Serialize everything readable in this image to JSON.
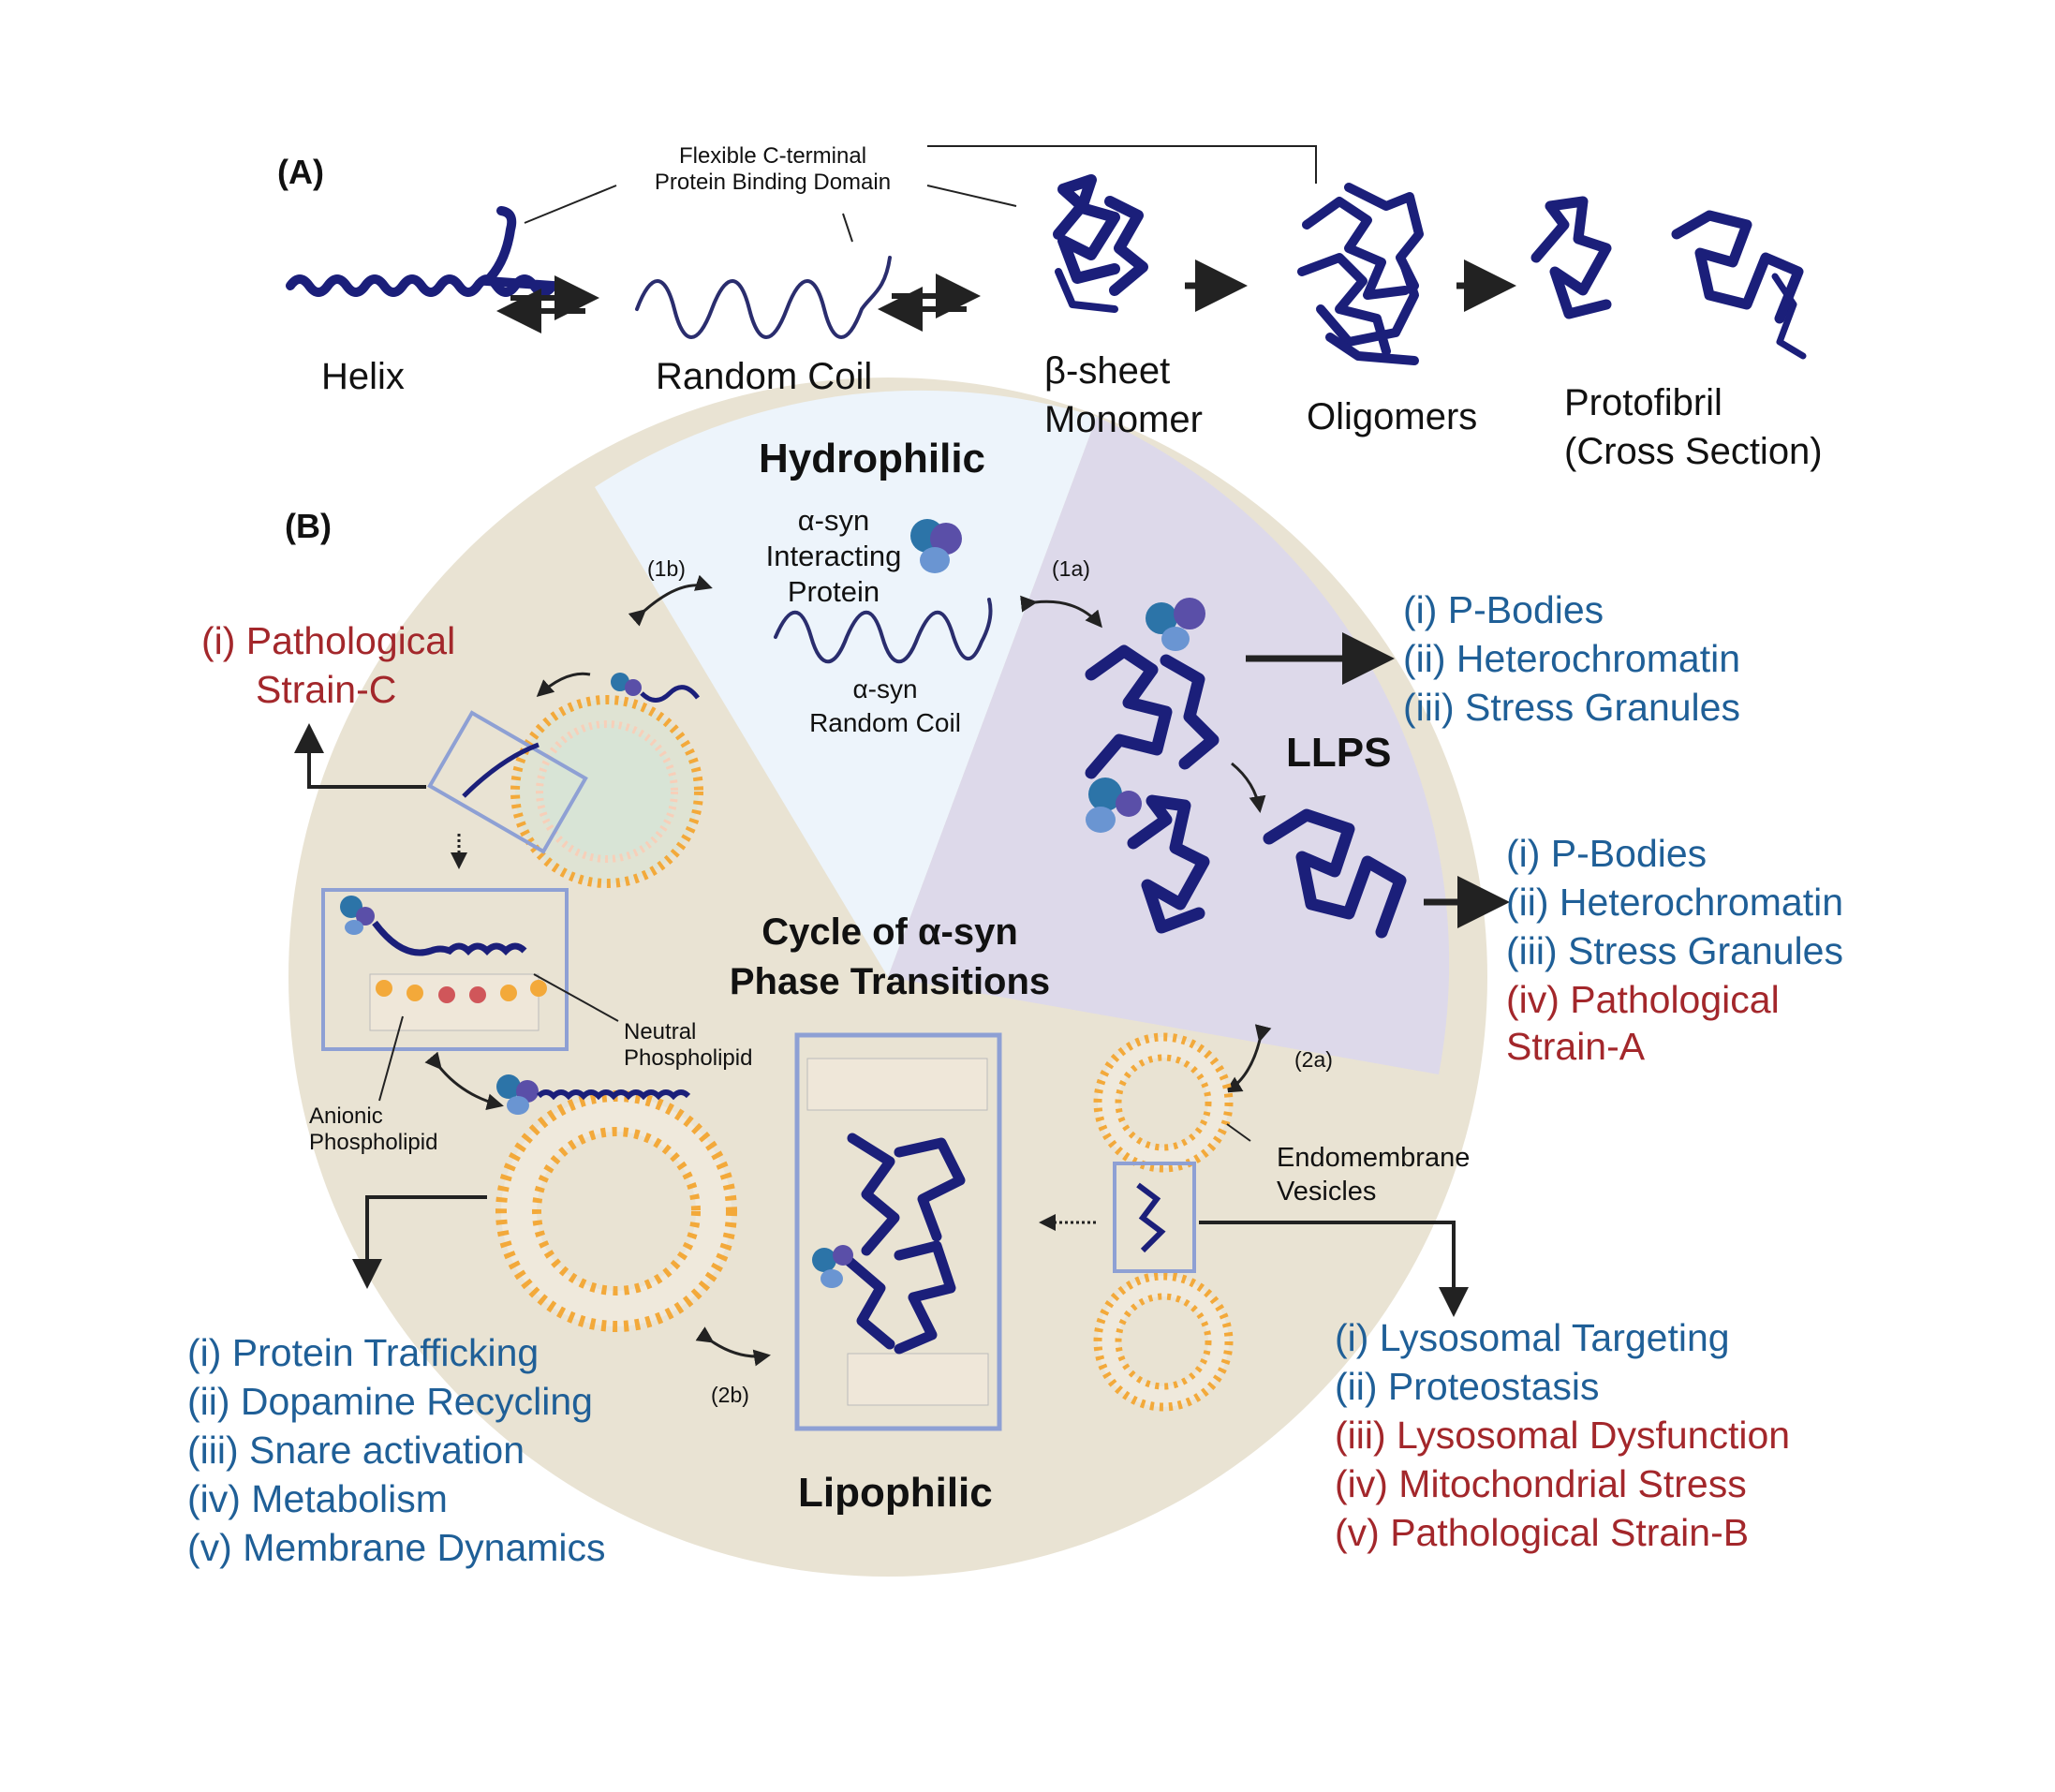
{
  "panelA": {
    "label": "(A)",
    "cterm_line1": "Flexible C-terminal",
    "cterm_line2": "Protein Binding Domain",
    "helix": "Helix",
    "random_coil": "Random Coil",
    "beta_line1": "β-sheet",
    "beta_line2": "Monomer",
    "oligomers": "Oligomers",
    "protofibril_line1": "Protofibril",
    "protofibril_line2": "(Cross Section)"
  },
  "panelB": {
    "label": "(B)",
    "hydrophilic": "Hydrophilic",
    "llps": "LLPS",
    "lipophilic": "Lipophilic",
    "cycle_line1": "Cycle of α-syn",
    "cycle_line2": "Phase Transitions",
    "interacting_line1": "α-syn",
    "interacting_line2": "Interacting",
    "interacting_line3": "Protein",
    "coil_line1": "α-syn",
    "coil_line2": "Random Coil",
    "step_1a": "(1a)",
    "step_1b": "(1b)",
    "step_2a": "(2a)",
    "step_2b": "(2b)",
    "neutral_line1": "Neutral",
    "neutral_line2": "Phospholipid",
    "anionic_line1": "Anionic",
    "anionic_line2": "Phospholipid",
    "endo_line1": "Endomembrane",
    "endo_line2": "Vesicles",
    "strainC_line1": "(i) Pathological",
    "strainC_line2": "Strain-C",
    "llps_list1": [
      "(i) P-Bodies",
      "(ii) Heterochromatin",
      "(iii) Stress Granules"
    ],
    "llps_list2": [
      "(i) P-Bodies",
      "(ii) Heterochromatin",
      "(iii) Stress Granules"
    ],
    "llps_list2_red": [
      "(iv) Pathological",
      "Strain-A"
    ],
    "lipo_list": [
      "(i) Protein Trafficking",
      "(ii) Dopamine Recycling",
      "(iii) Snare activation",
      "(iv) Metabolism",
      "(v) Membrane Dynamics"
    ],
    "endo_list_blue": [
      "(i) Lysosomal Targeting",
      "(ii) Proteostasis"
    ],
    "endo_list_red": [
      "(iii) Lysosomal Dysfunction",
      "(iv) Mitochondrial Stress",
      "(v) Pathological Strain-B"
    ]
  },
  "colors": {
    "function_text": "#1f5f97",
    "pathology_text": "#a3272b",
    "hydrophilic_sector": "#edf4fb",
    "llps_sector": "#ddd9ea",
    "lipophilic_sector": "#e9e3d3",
    "protein": "#1b1f7a",
    "lipid_head": "#f3a93a"
  }
}
